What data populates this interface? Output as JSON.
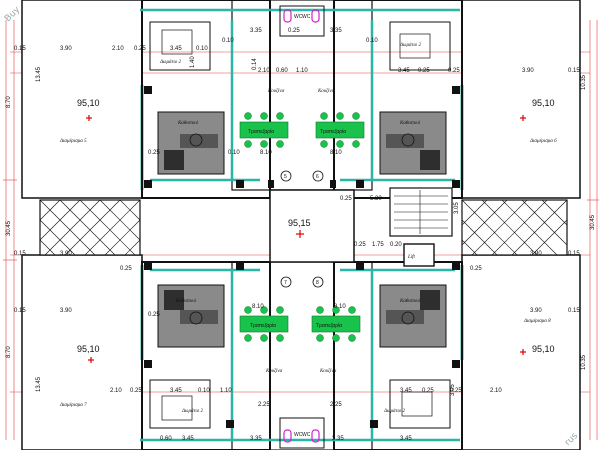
{
  "colors": {
    "wall": "#111111",
    "glass": "#2bb5a8",
    "dim_line": "#e04040",
    "kitchen_table": "#19c24a",
    "living_block": "#8a8a8a",
    "bathroom": "#d020d0",
    "marker": "#e00000"
  },
  "watermark_left": "Buy",
  "watermark_right": "rus",
  "apartments": [
    {
      "area": "95,10",
      "name": "Διαμέρισμα 5"
    },
    {
      "area": "95,10",
      "name": "Διαμέρισμα 6"
    },
    {
      "area": "95,10",
      "name": "Διαμέρισμα 7"
    },
    {
      "area": "95,10",
      "name": "Διαμέρισμα 8"
    }
  ],
  "core": {
    "area": "95,15",
    "lift_label": "Lift"
  },
  "room_labels": {
    "living": "Καθιστικό",
    "dining": "Τραπεζαρία",
    "kitchen": "Κουζίνα",
    "bedroom": "Δωμάτιο 2",
    "wc": "WC"
  },
  "dims": {
    "d015": "0.15",
    "d390": "3.90",
    "d210": "2.10",
    "d025": "0.25",
    "d345": "3.45",
    "d010": "0.10",
    "d335": "3.35",
    "d060": "0.60",
    "d110": "1.10",
    "d810": "8.10",
    "d530": "5.30",
    "d175": "1.75",
    "d1345": "13.45",
    "d870": "8.70",
    "d3045": "30.45",
    "d1035": "10.35",
    "d305": "3.05",
    "d225": "2.25",
    "d020": "0.20",
    "d140": "1.40",
    "d014": "0.14"
  },
  "axis_markers": [
    "5",
    "6",
    "7",
    "8"
  ]
}
